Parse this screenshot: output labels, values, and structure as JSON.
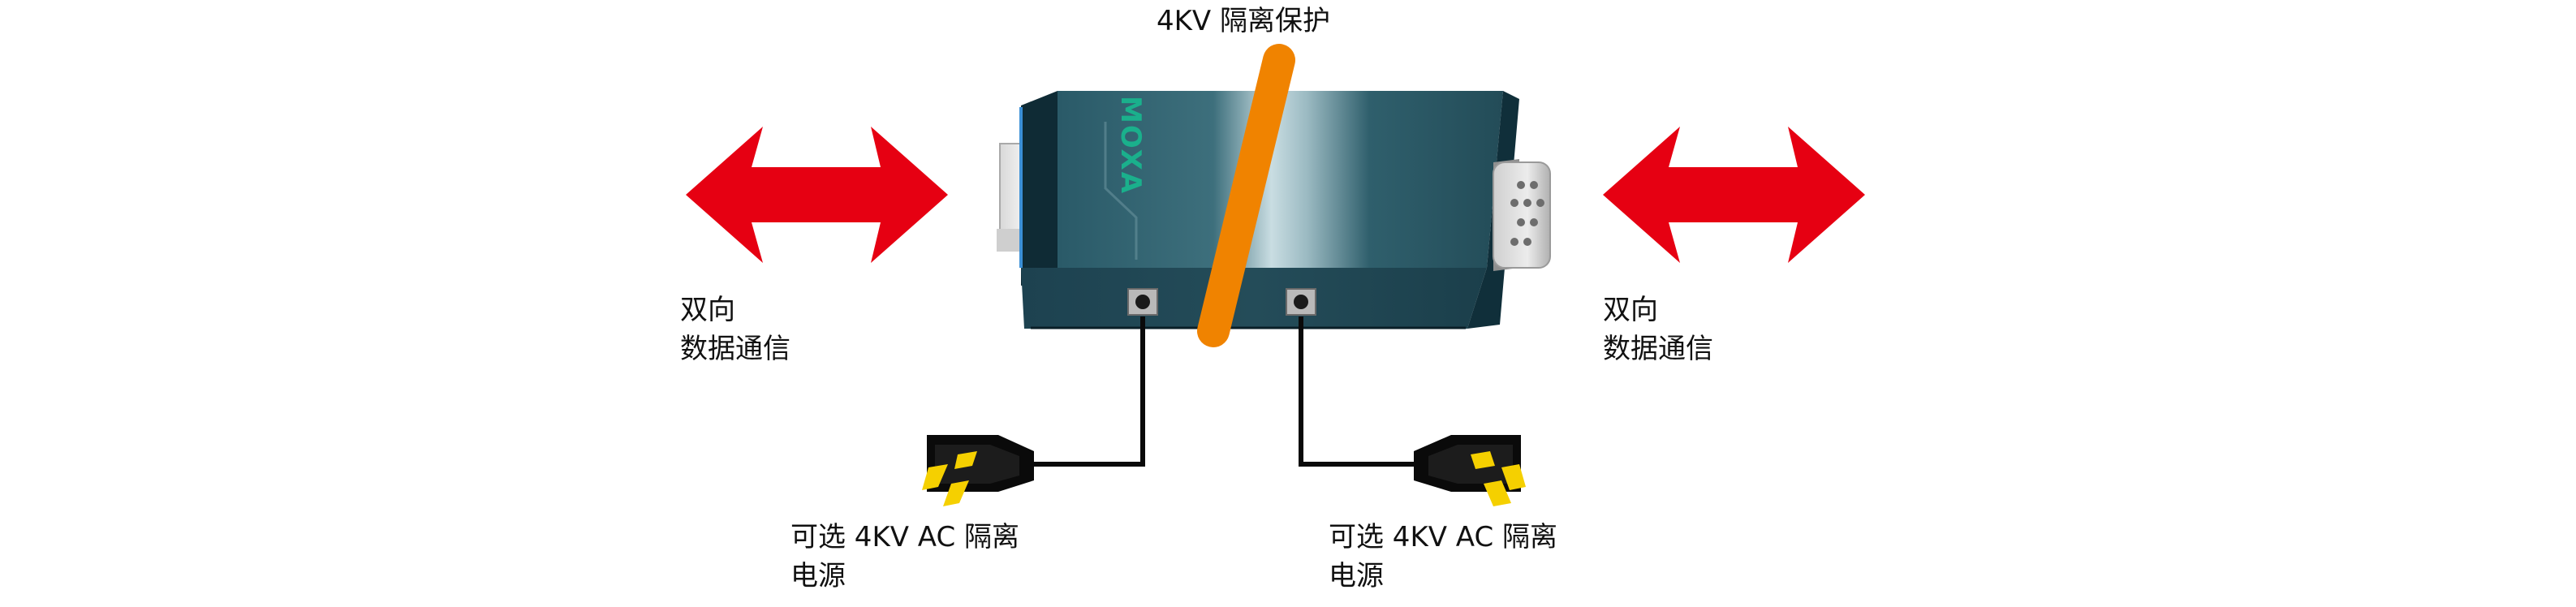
{
  "labels": {
    "isolation_title": "4KV 隔离保护",
    "left_comm_line1": "双向",
    "left_comm_line2": "数据通信",
    "right_comm_line1": "双向",
    "right_comm_line2": "数据通信",
    "plug_left_line1": "可选 4KV AC 隔离",
    "plug_left_line2": "电源",
    "plug_right_line1": "可选 4KV AC 隔离",
    "plug_right_line2": "电源"
  },
  "device": {
    "brand_logo": "MOXA",
    "connector_left": "db9-connector-icon",
    "connector_right": "db9-connector-icon",
    "isolation_bar": "isolation-barrier-icon"
  },
  "icons": {
    "arrows": "double-headed-arrow-icon",
    "plugs": "power-plug-icon"
  },
  "colors": {
    "arrow": "#e60012",
    "isolation_bar": "#f08300",
    "device_body": "#1e4552",
    "plug_pins": "#f5d000",
    "plug_body": "#0a0a0a",
    "cable": "#0a0a0a"
  }
}
